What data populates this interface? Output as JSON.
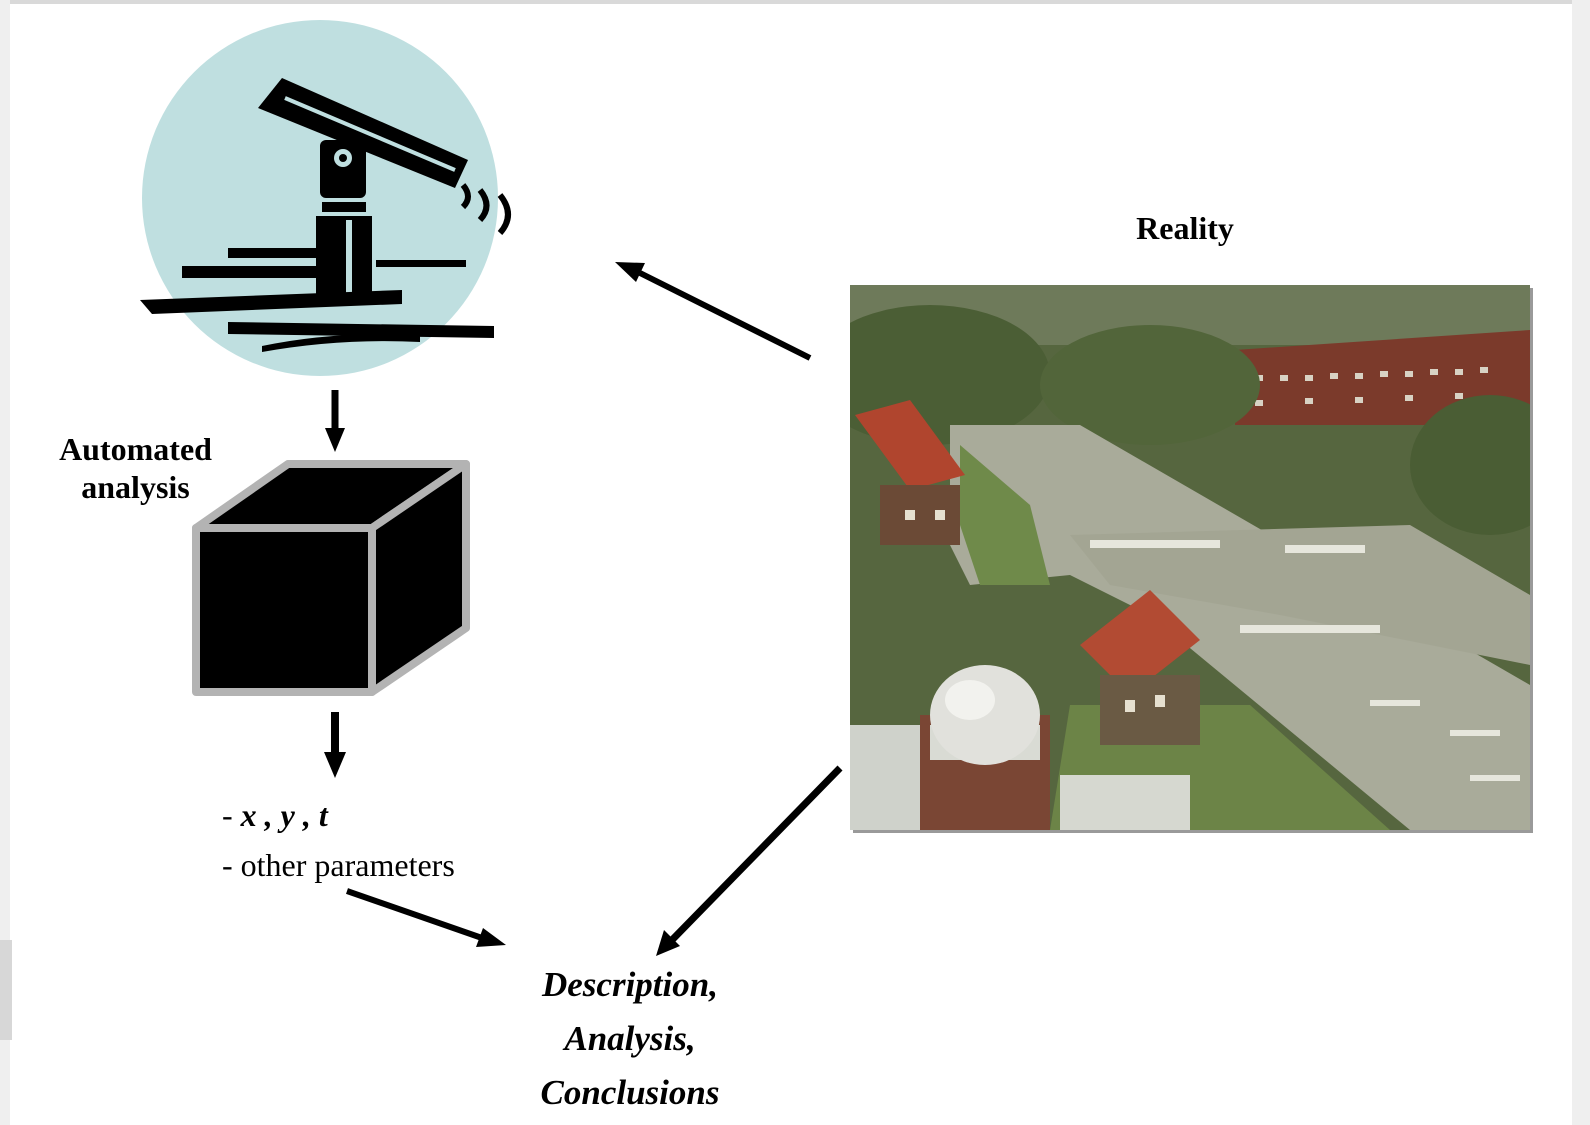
{
  "labels": {
    "automated_analysis_line1": "Automated",
    "automated_analysis_line2": "analysis",
    "reality": "Reality",
    "output_prefix": "- ",
    "output_xyt": "x , y , t",
    "output_other": "- other parameters",
    "conclusions_line1": "Description,",
    "conclusions_line2": "Analysis,",
    "conclusions_line3": "Conclusions"
  },
  "icons": {
    "camera": "surveillance-camera-icon",
    "box": "black-box-cube-icon",
    "photo": "street-scene-photo"
  },
  "colors": {
    "camera_circle": "#bfdfe0",
    "box_edge": "#b3b3b3",
    "arrow": "#000000"
  }
}
